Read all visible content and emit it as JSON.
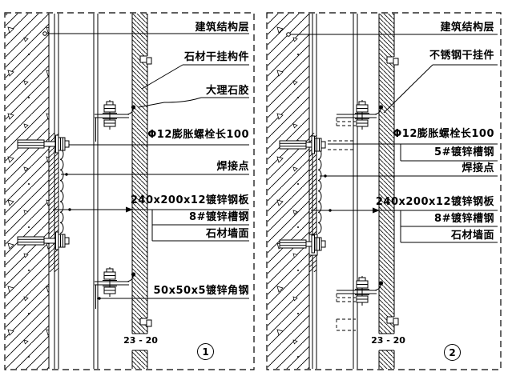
{
  "colors": {
    "line": "#000000",
    "background": "#ffffff"
  },
  "panels": [
    {
      "detail_number": "1",
      "section_mark": "23 - 20",
      "labels": {
        "structure_layer": "建筑结构层",
        "stone_hanger": "石材干挂构件",
        "marble_glue": "大理石胶",
        "expansion_bolt": "Φ12膨胀螺栓长100",
        "weld_point": "焊接点",
        "steel_plate": "240x200x12镀锌钢板",
        "channel_steel": "8#镀锌槽钢",
        "stone_wall": "石材墙面",
        "angle_steel": "50x50x5镀锌角钢"
      }
    },
    {
      "detail_number": "2",
      "section_mark": "23 - 20",
      "labels": {
        "structure_layer": "建筑结构层",
        "stainless_hanger": "不锈钢干挂件",
        "expansion_bolt": "Φ12膨胀螺栓长100",
        "channel_steel_5": "5#镀锌槽钢",
        "weld_point": "焊接点",
        "steel_plate": "240x200x12镀锌钢板",
        "channel_steel": "8#镀锌槽钢",
        "stone_wall": "石材墙面"
      }
    }
  ]
}
